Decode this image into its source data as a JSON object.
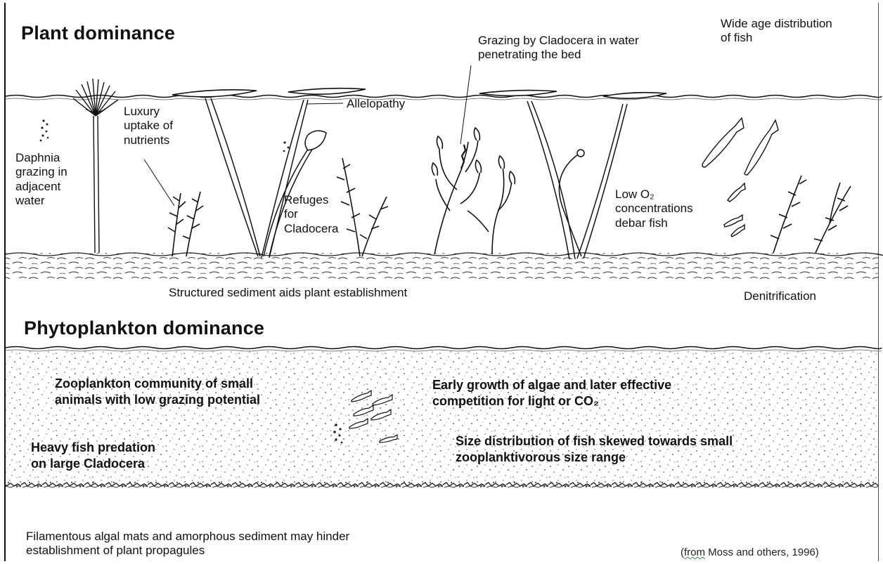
{
  "plant": {
    "heading": "Plant dominance",
    "labels": {
      "wide_age": "Wide age distribution\nof fish",
      "grazing_cladocera": "Grazing by Cladocera in water\npenetrating the bed",
      "luxury": "Luxury\nuptake of\nnutrients",
      "allelopathy": "Allelopathy",
      "daphnia": "Daphnia\ngrazing in\nadjacent\nwater",
      "refuges": "Refuges\nfor\nCladocera",
      "low_o2": "Low O₂\nconcentrations\ndebar fish",
      "structured": "Structured sediment aids plant establishment",
      "denitrification": "Denitrification"
    }
  },
  "phyto": {
    "heading": "Phytoplankton dominance",
    "labels": {
      "zooplankton": "Zooplankton community of small\nanimals with low grazing potential",
      "early_growth": "Early growth of algae and later effective\ncompetition for light or CO₂",
      "heavy_fish": "Heavy fish predation\non large Cladocera",
      "size_dist": "Size distribution of fish skewed towards small\nzooplanktivorous size range",
      "filamentous": "Filamentous algal mats and amorphous sediment may hinder\nestablishment of plant propagules"
    }
  },
  "source": {
    "prefix": "(",
    "underlined": "from",
    "rest": " Moss and others, 1996)"
  }
}
